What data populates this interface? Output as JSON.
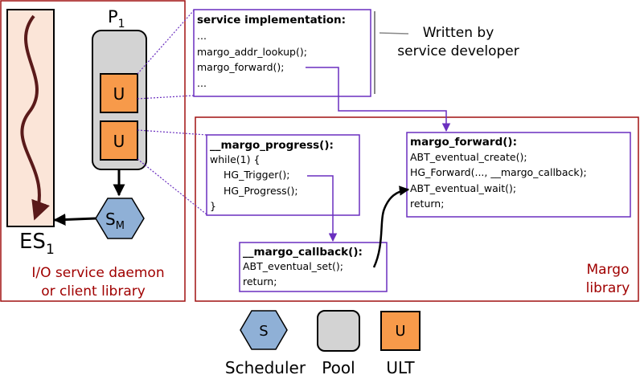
{
  "left_panel": {
    "pool_title": "P",
    "pool_title_sub": "1",
    "ult_label": "U",
    "scheduler_label": "S",
    "scheduler_sub": "M",
    "es_label": "ES",
    "es_sub": "1",
    "caption_line1": "I/O service daemon",
    "caption_line2": "or client library"
  },
  "service_box": {
    "title": "service implementation:",
    "lines": [
      "...",
      "margo_addr_lookup();",
      "margo_forward();",
      "..."
    ]
  },
  "written_by": {
    "line1": "Written by",
    "line2": "service developer"
  },
  "margo_panel": {
    "caption_line1": "Margo",
    "caption_line2": "library"
  },
  "progress_box": {
    "title": "__margo_progress():",
    "lines": [
      "while(1) {",
      "HG_Trigger();",
      "HG_Progress();",
      "}"
    ]
  },
  "callback_box": {
    "title": "__margo_callback():",
    "lines": [
      "ABT_eventual_set();",
      "return;"
    ]
  },
  "forward_box": {
    "title": "margo_forward():",
    "lines": [
      "ABT_eventual_create();",
      "HG_Forward(..., __margo_callback);",
      "ABT_eventual_wait();",
      "return;"
    ]
  },
  "legend": {
    "scheduler_symbol": "S",
    "pool_label": "Pool",
    "ult_symbol": "U",
    "scheduler_label": "Scheduler",
    "ult_label": "ULT"
  },
  "colors": {
    "panel_border": "#a01010",
    "caption_text": "#a00000",
    "es_fill": "#fbe5d8",
    "es_arrow": "#5a1a1a",
    "pool_fill": "#d3d3d3",
    "ult_fill": "#f79a4a",
    "scheduler_fill": "#8fb0d6",
    "code_border": "#6a2fbf"
  }
}
